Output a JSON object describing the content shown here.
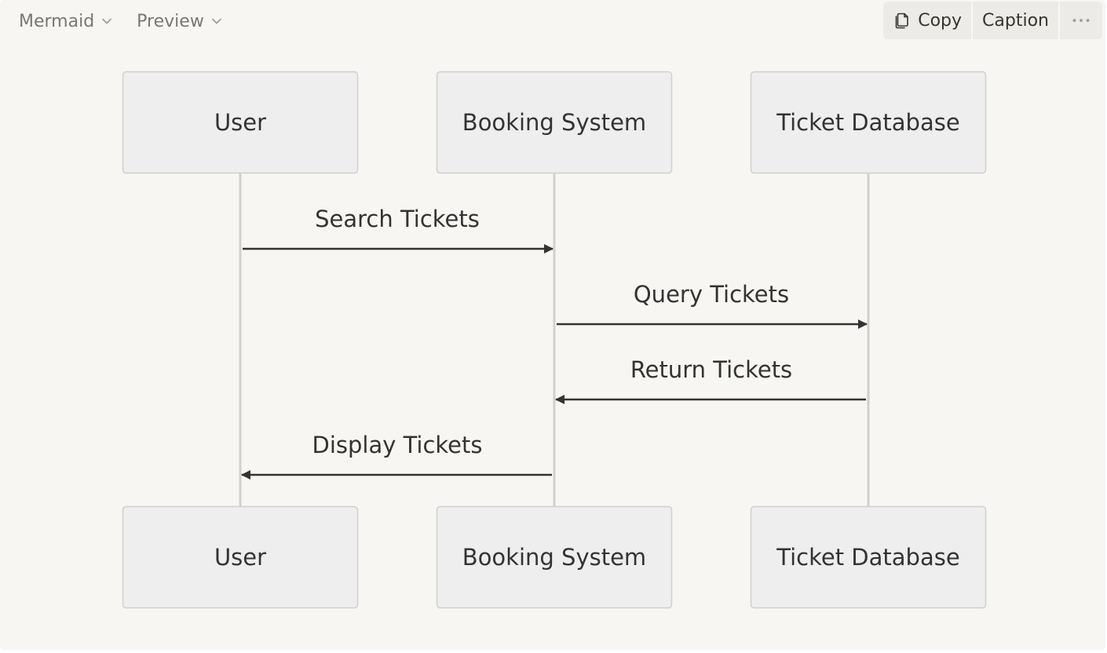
{
  "toolbar": {
    "language_label": "Mermaid",
    "view_label": "Preview",
    "copy_label": "Copy",
    "caption_label": "Caption",
    "icons": {
      "language_chevron": "chevron-down-icon",
      "view_chevron": "chevron-down-icon",
      "copy": "copy-icon",
      "more": "more-horizontal-icon"
    }
  },
  "diagram": {
    "type": "sequence",
    "participants": [
      {
        "id": "user",
        "label": "User"
      },
      {
        "id": "booking",
        "label": "Booking System"
      },
      {
        "id": "db",
        "label": "Ticket Database"
      }
    ],
    "messages": [
      {
        "from": "user",
        "to": "booking",
        "label": "Search Tickets"
      },
      {
        "from": "booking",
        "to": "db",
        "label": "Query Tickets"
      },
      {
        "from": "db",
        "to": "booking",
        "label": "Return Tickets"
      },
      {
        "from": "booking",
        "to": "user",
        "label": "Display Tickets"
      }
    ],
    "colors": {
      "actor_fill": "#eeeeee",
      "actor_stroke": "#d0d0d0",
      "lifeline": "#d0d0d0",
      "arrow": "#333333",
      "text": "#333333"
    }
  }
}
